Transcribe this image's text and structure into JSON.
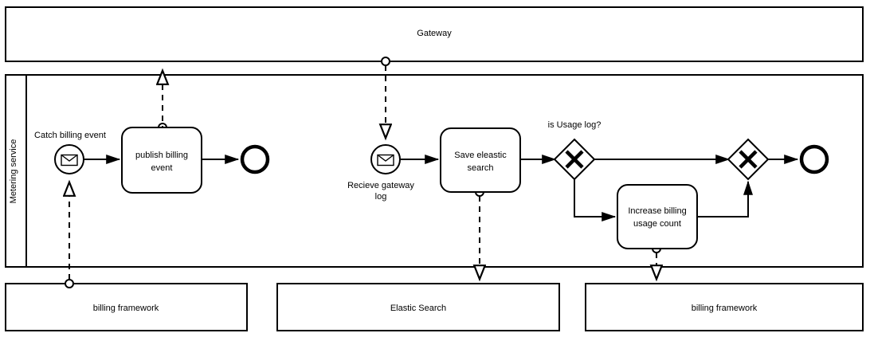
{
  "diagram": {
    "type": "bpmn-collaboration-diagram",
    "background": "#ffffff",
    "stroke_color": "#000000"
  },
  "pools": {
    "gateway": {
      "label": "Gateway"
    },
    "metering": {
      "lane_label": "Metering service"
    },
    "billing_framework_left": {
      "label": "billing framework"
    },
    "elastic_search": {
      "label": "Elastic Search"
    },
    "billing_framework_right": {
      "label": "billing framework"
    }
  },
  "events": {
    "catch_billing_event": {
      "label": "Catch billing event",
      "icon": "envelope-icon",
      "kind": "message-start-event"
    },
    "recieve_gateway_log": {
      "label": "Recieve gateway log",
      "label_line1": "Recieve gateway",
      "label_line2": "log",
      "icon": "envelope-icon",
      "kind": "message-start-event"
    },
    "end_event_top": {
      "label": "",
      "kind": "end-event"
    },
    "end_event_bottom": {
      "label": "",
      "kind": "end-event"
    }
  },
  "tasks": {
    "publish_billing_event": {
      "label": "publish billing event",
      "line1": "publish billing",
      "line2": "event"
    },
    "save_elastic_search": {
      "label": "Save eleastic search",
      "line1": "Save eleastic",
      "line2": "search"
    },
    "increase_billing_usage_count": {
      "label": "Increase billing usage count",
      "line1": "Increase billing",
      "line2": "usage count"
    }
  },
  "gateways": {
    "is_usage_log": {
      "label": "is Usage log?",
      "marker": "X",
      "kind": "exclusive-gateway"
    },
    "merge": {
      "label": "",
      "marker": "X",
      "kind": "exclusive-gateway"
    }
  }
}
